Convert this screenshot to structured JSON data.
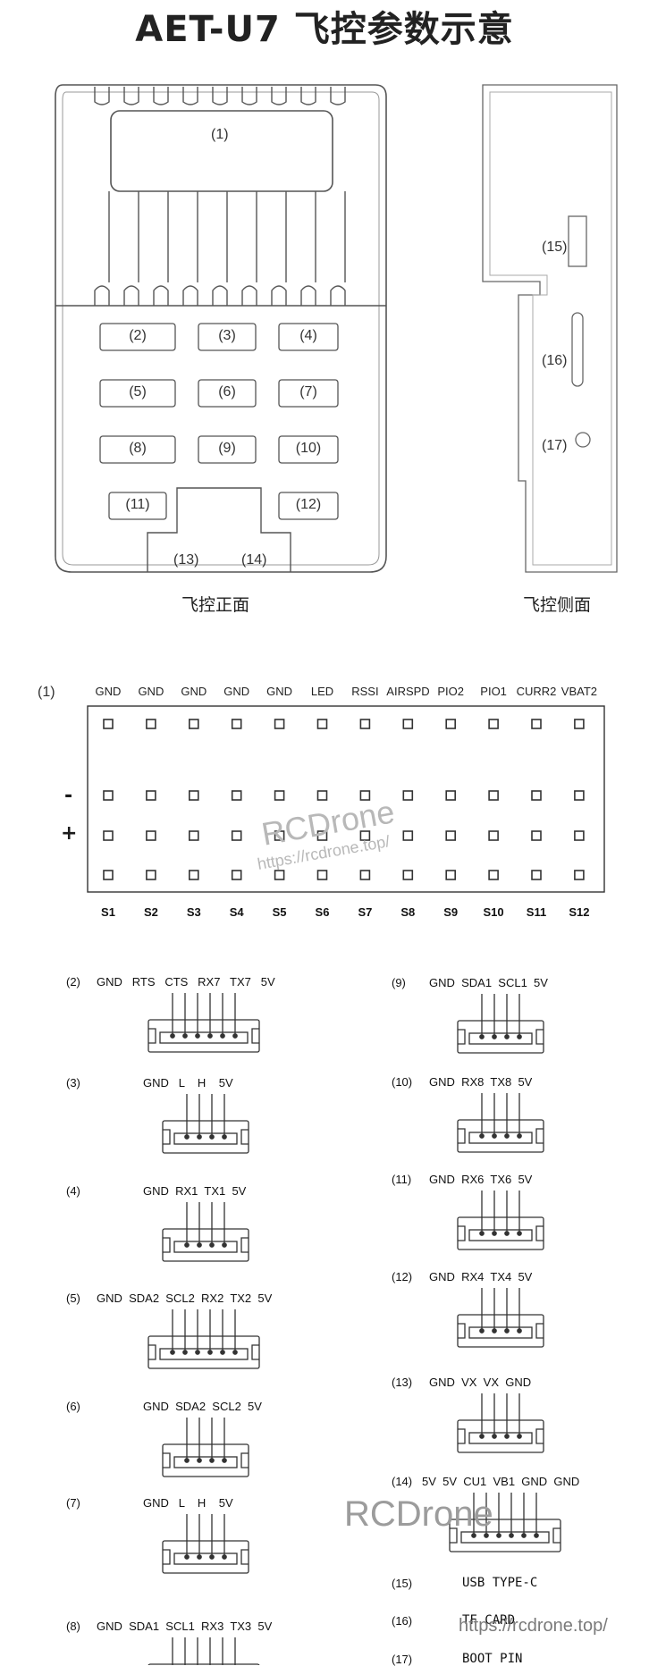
{
  "title": "AET-U7 飞控参数示意",
  "front_caption": "飞控正面",
  "side_caption": "飞控侧面",
  "front_labels": [
    "(1)",
    "(2)",
    "(3)",
    "(4)",
    "(5)",
    "(6)",
    "(7)",
    "(8)",
    "(9)",
    "(10)",
    "(11)",
    "(12)",
    "(13)",
    "(14)"
  ],
  "side_labels": [
    "(15)",
    "(16)",
    "(17)"
  ],
  "servo_rail": {
    "label": "(1)",
    "headers": [
      "GND",
      "GND",
      "GND",
      "GND",
      "GND",
      "LED",
      "RSSI",
      "AIRSPD",
      "PIO2",
      "PIO1",
      "CURR2",
      "VBAT2"
    ],
    "signals": [
      "S1",
      "S2",
      "S3",
      "S4",
      "S5",
      "S6",
      "S7",
      "S8",
      "S9",
      "S10",
      "S11",
      "S12"
    ],
    "minus": "-",
    "plus": "+"
  },
  "connectors_left": [
    {
      "num": "(2)",
      "pins": "GND   RTS   CTS   RX7   TX7   5V",
      "pin_count": 6
    },
    {
      "num": "(3)",
      "pins": "GND   L    H    5V",
      "pin_count": 4
    },
    {
      "num": "(4)",
      "pins": "GND  RX1  TX1  5V",
      "pin_count": 4
    },
    {
      "num": "(5)",
      "pins": "GND  SDA2  SCL2  RX2  TX2  5V",
      "pin_count": 6
    },
    {
      "num": "(6)",
      "pins": "GND  SDA2  SCL2  5V",
      "pin_count": 4
    },
    {
      "num": "(7)",
      "pins": "GND   L    H    5V",
      "pin_count": 4
    },
    {
      "num": "(8)",
      "pins": "GND  SDA1  SCL1  RX3  TX3  5V",
      "pin_count": 6
    }
  ],
  "connectors_right": [
    {
      "num": "(9)",
      "pins": "GND  SDA1  SCL1  5V",
      "pin_count": 4
    },
    {
      "num": "(10)",
      "pins": "GND  RX8  TX8  5V",
      "pin_count": 4
    },
    {
      "num": "(11)",
      "pins": "GND  RX6  TX6  5V",
      "pin_count": 4
    },
    {
      "num": "(12)",
      "pins": "GND  RX4  TX4  5V",
      "pin_count": 4
    },
    {
      "num": "(13)",
      "pins": "GND  VX  VX  GND",
      "pin_count": 4
    },
    {
      "num": "(14)",
      "pins": "5V  5V  CU1  VB1  GND  GND",
      "pin_count": 6
    }
  ],
  "side_items": [
    {
      "num": "(15)",
      "text": "USB TYPE-C"
    },
    {
      "num": "(16)",
      "text": "TF CARD"
    },
    {
      "num": "(17)",
      "text": "BOOT PIN"
    }
  ],
  "watermarks": {
    "brand": "RCDrone",
    "url": "https://rcdrone.top/"
  }
}
